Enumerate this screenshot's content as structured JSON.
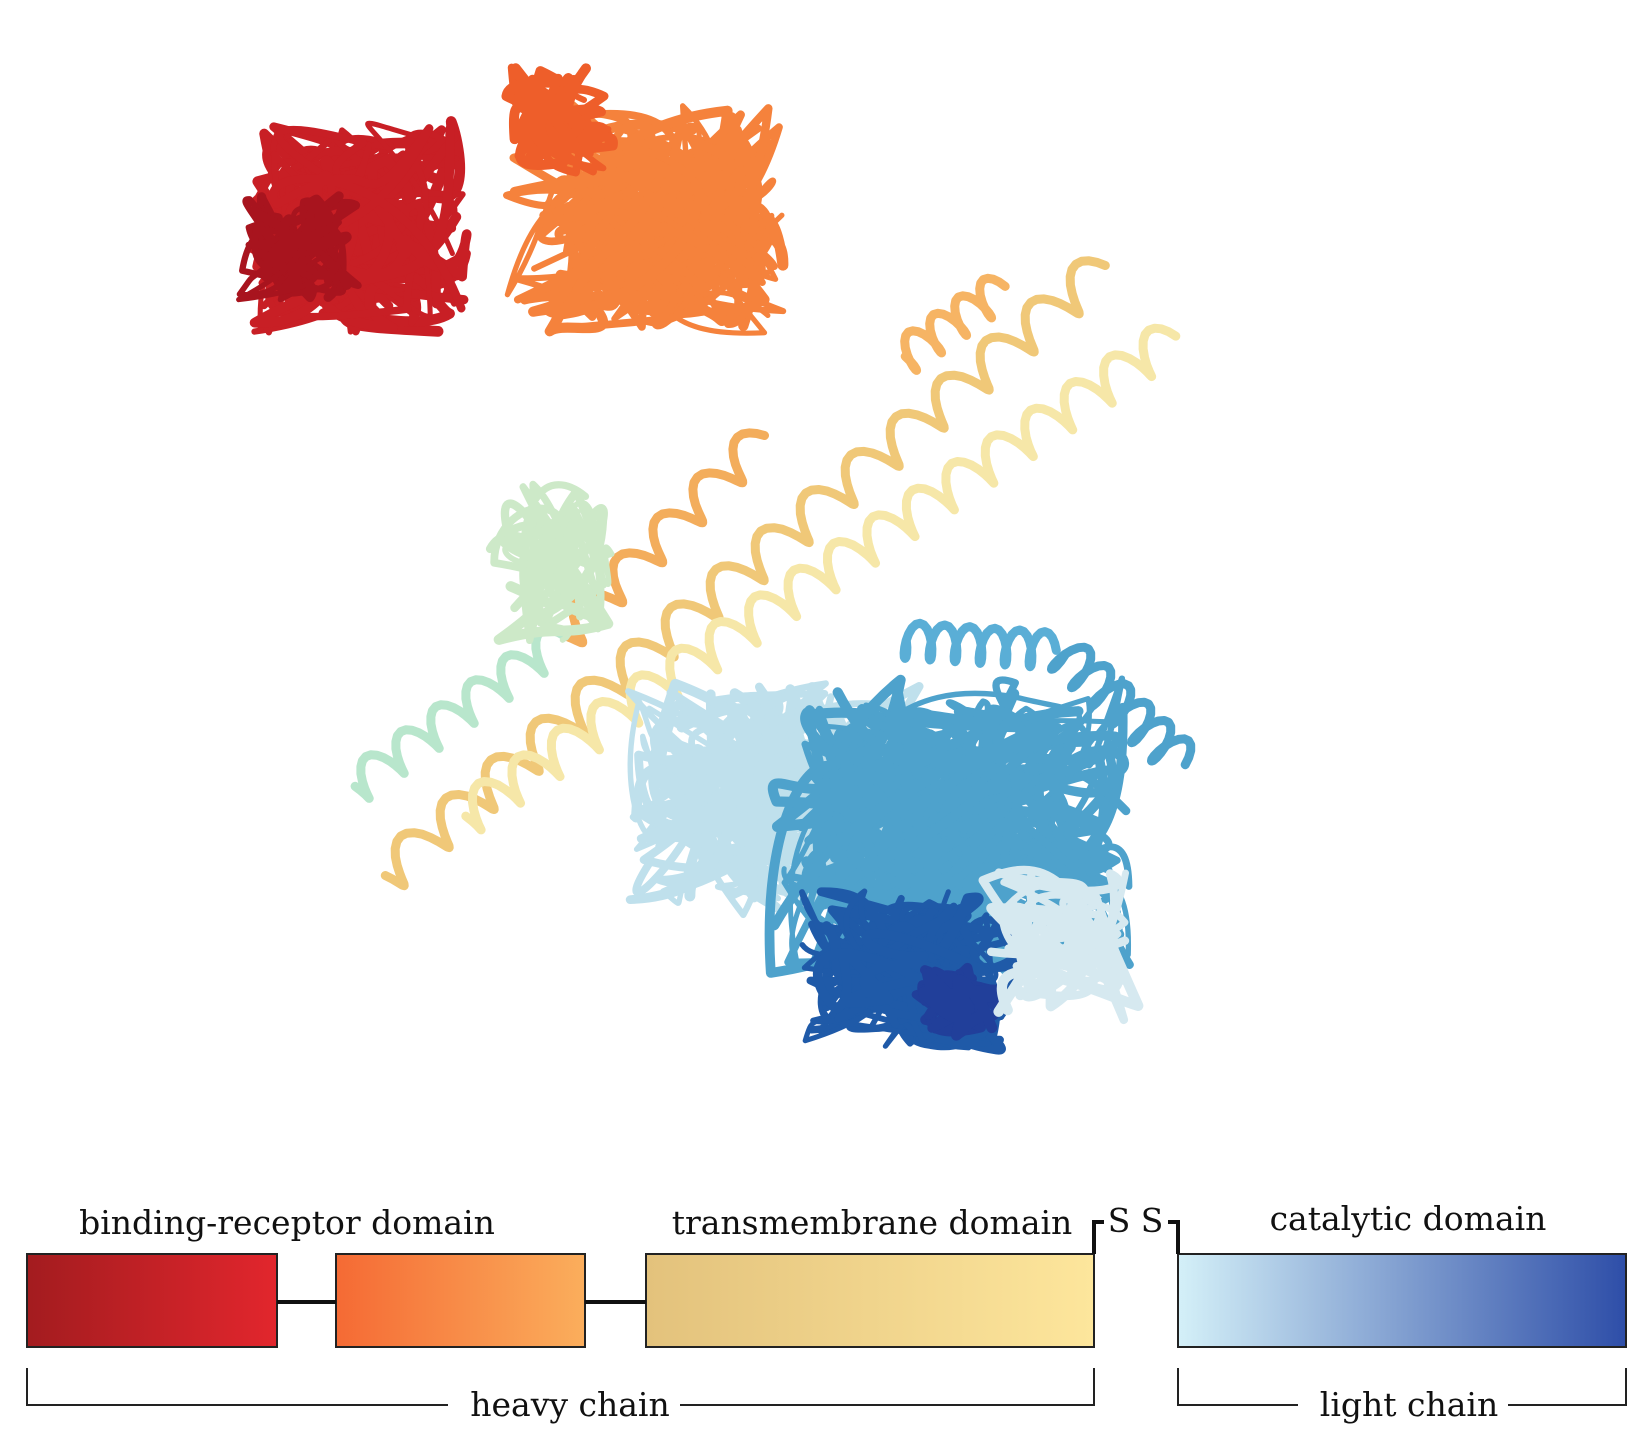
{
  "structure": {
    "image_label": "",
    "colors": {
      "red": "#c81f25",
      "orange": "#f5823c",
      "tan": "#f0c878",
      "pale_yellow": "#f6e7a8",
      "mint": "#b8e6cc",
      "light_blue": "#bfe0ec",
      "mid_blue": "#4ea2cc",
      "dark_blue": "#1f5aa8"
    }
  },
  "domain_map": {
    "labels": {
      "binding": "binding-receptor domain",
      "transmembrane": "transmembrane domain",
      "catalytic": "catalytic domain",
      "disulfide_left": "S",
      "disulfide_right": "S"
    },
    "chains": {
      "heavy": "heavy chain",
      "light": "light chain"
    },
    "gradients": {
      "binding": [
        "#a31c1f",
        "#e2262d"
      ],
      "orange": [
        "#f56a34",
        "#fbae5c"
      ],
      "transmembrane": [
        "#e3c27c",
        "#fde69c"
      ],
      "catalytic": [
        "#d4f0f8",
        "#2e4ea8"
      ]
    }
  }
}
